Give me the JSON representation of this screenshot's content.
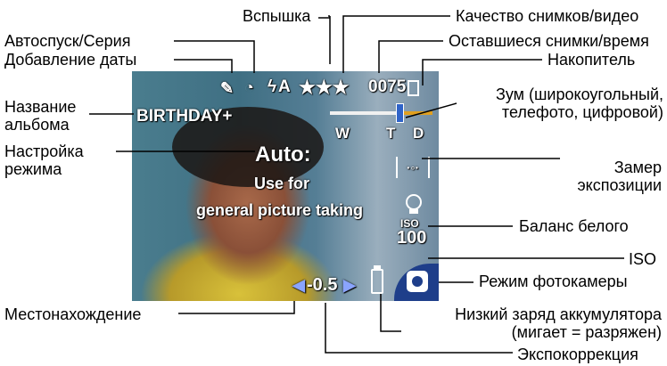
{
  "labels": {
    "flash": "Вспышка",
    "quality": "Качество снимков/видео",
    "self_timer": "Автоспуск/Серия",
    "remaining": "Оставшиеся снимки/время",
    "date_stamp": "Добавление даты",
    "storage": "Накопитель",
    "album_name": "Название альбома",
    "zoom": "Зум (широкоугольный, телефото, цифровой)",
    "mode_setting": "Настройка режима",
    "metering": "Замер экспозиции",
    "white_balance": "Баланс белого",
    "iso": "ISO",
    "camera_mode": "Режим фотокамеры",
    "location": "Местонахождение",
    "low_battery": "Низкий заряд аккумулятора (мигает = разряжен)",
    "exposure_comp": "Экспокоррекция"
  },
  "screen": {
    "album": "BIRTHDAY+",
    "counter": "0075",
    "mode_title": "Auto:",
    "mode_line1": "Use for",
    "mode_line2": "general picture taking",
    "zoom_w": "W",
    "zoom_t": "T",
    "zoom_d": "D",
    "iso_label": "ISO",
    "iso_value": "100",
    "exposure_value": "-0.5",
    "flash_mode": "A",
    "quality_stars": "★★★"
  }
}
